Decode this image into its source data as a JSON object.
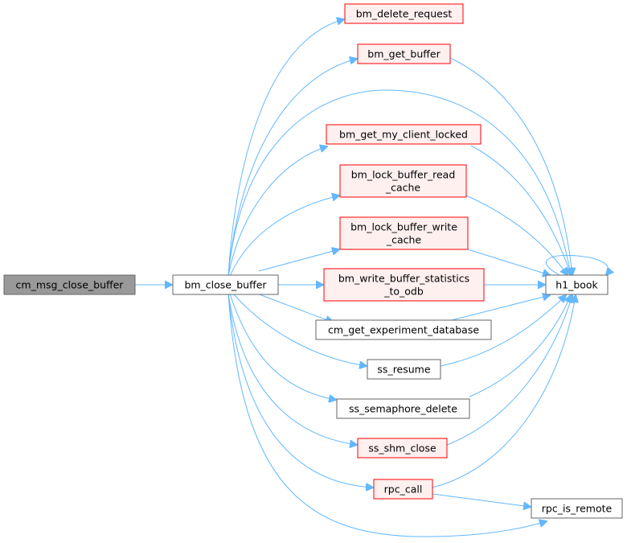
{
  "colors": {
    "edge": "#63b8ff",
    "root_fill": "#999999",
    "root_border": "#666666",
    "plain_fill": "#ffffff",
    "plain_border": "#666666",
    "red_fill": "#fff0f0",
    "red_border": "#ff0000"
  },
  "nodes": {
    "cm_msg_close_buffer": [
      "cm_msg_close_buffer"
    ],
    "bm_close_buffer": [
      "bm_close_buffer"
    ],
    "bm_delete_request": [
      "bm_delete_request"
    ],
    "bm_get_buffer": [
      "bm_get_buffer"
    ],
    "bm_get_my_client_locked": [
      "bm_get_my_client_locked"
    ],
    "bm_lock_buffer_read_cache": [
      "bm_lock_buffer_read",
      "_cache"
    ],
    "bm_lock_buffer_write_cache": [
      "bm_lock_buffer_write",
      "_cache"
    ],
    "bm_write_buffer_statistics_to_odb": [
      "bm_write_buffer_statistics",
      "_to_odb"
    ],
    "cm_get_experiment_database": [
      "cm_get_experiment_database"
    ],
    "ss_resume": [
      "ss_resume"
    ],
    "ss_semaphore_delete": [
      "ss_semaphore_delete"
    ],
    "ss_shm_close": [
      "ss_shm_close"
    ],
    "rpc_call": [
      "rpc_call"
    ],
    "h1_book": [
      "h1_book"
    ],
    "rpc_is_remote": [
      "rpc_is_remote"
    ]
  }
}
